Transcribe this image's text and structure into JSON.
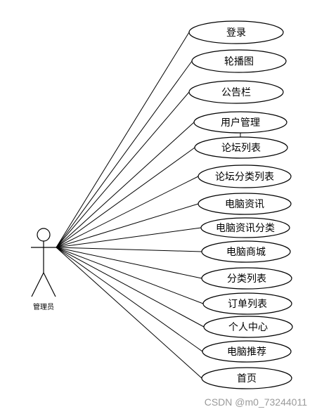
{
  "actor": {
    "label": "管理员"
  },
  "use_cases": [
    {
      "label": "登录"
    },
    {
      "label": "轮播图"
    },
    {
      "label": "公告栏"
    },
    {
      "label": "用户管理"
    },
    {
      "label": "论坛列表"
    },
    {
      "label": "论坛分类列表"
    },
    {
      "label": "电脑资讯"
    },
    {
      "label": "电脑资讯分类"
    },
    {
      "label": "电脑商城"
    },
    {
      "label": "分类列表"
    },
    {
      "label": "订单列表"
    },
    {
      "label": "个人中心"
    },
    {
      "label": "电脑推荐"
    },
    {
      "label": "首页"
    }
  ],
  "watermark": "CSDN @m0_73244011"
}
